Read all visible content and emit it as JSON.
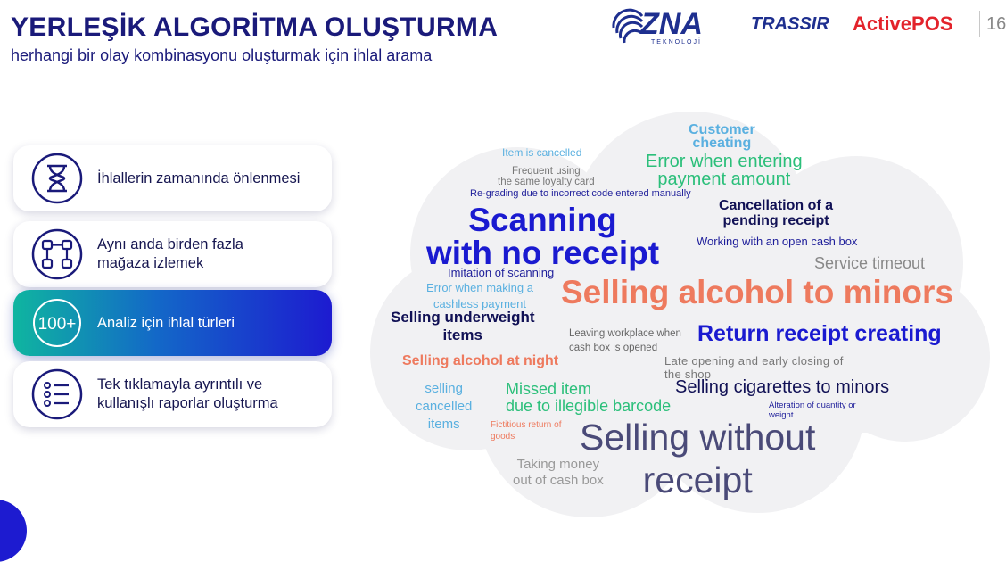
{
  "header": {
    "title": "YERLEŞİK ALGORİTMA OLUŞTURMA",
    "subtitle": "herhangi bir olay kombinasyonu oluşturmak için ihlal arama"
  },
  "logos": {
    "zna": "ZNA",
    "zna_sub": "TEKNOLOJİ",
    "trassir": "TRASSIR",
    "activepos": "ActivePOS"
  },
  "page_number": "16",
  "features": [
    {
      "label": "İhlallerin zamanında önlenmesi",
      "icon": "hourglass-icon"
    },
    {
      "label": "Aynı anda birden fazla mağaza izlemek",
      "icon": "network-icon"
    },
    {
      "label": "Analiz için ihlal türleri",
      "icon": "100-plus-icon",
      "badge": "100+",
      "active": true
    },
    {
      "label": "Tek tıklamayla ayrıntılı ve kullanışlı raporlar oluşturma",
      "icon": "checklist-icon"
    }
  ],
  "word_cloud": [
    {
      "text": "Customer\ncheating",
      "color": "#5ab0e0"
    },
    {
      "text": "Item is cancelled",
      "color": "#5ab0e0"
    },
    {
      "text": "Frequent using\nthe same loyalty card",
      "color": "#777777"
    },
    {
      "text": "Error when entering\npayment amount",
      "color": "#2bbf7a"
    },
    {
      "text": "Re-grading due to incorrect code entered manually",
      "color": "#1e1e9a"
    },
    {
      "text": "Cancellation of a\npending receipt",
      "color": "#111155"
    },
    {
      "text": "Scanning\nwith no receipt",
      "color": "#1a1ad0"
    },
    {
      "text": "Working with an open cash box",
      "color": "#1e1e9a"
    },
    {
      "text": "Service timeout",
      "color": "#888888"
    },
    {
      "text": "Imitation of scanning",
      "color": "#1e1e9a"
    },
    {
      "text": "Error when making a\ncashless payment",
      "color": "#5ab0e0"
    },
    {
      "text": "Selling alcohol to minors",
      "color": "#ee7a5e"
    },
    {
      "text": "Selling underweight\nitems",
      "color": "#111155"
    },
    {
      "text": "Leaving workplace when\ncash box is opened",
      "color": "#666666"
    },
    {
      "text": "Return receipt creating",
      "color": "#1a1ad0"
    },
    {
      "text": "Selling alcohol at night",
      "color": "#ee7a5e"
    },
    {
      "text": "Late opening and early closing of\nthe shop",
      "color": "#777777"
    },
    {
      "text": "selling\ncancelled\nitems",
      "color": "#5ab0e0"
    },
    {
      "text": "Missed item\ndue to illegible barcode",
      "color": "#2bbf7a"
    },
    {
      "text": "Selling cigarettes to minors",
      "color": "#111155"
    },
    {
      "text": "Alteration of quantity or\nweight",
      "color": "#1e1e9a"
    },
    {
      "text": "Fictitious return of\ngoods",
      "color": "#ee7a5e"
    },
    {
      "text": "Selling without\nreceipt",
      "color": "#4a4a78"
    },
    {
      "text": "Taking money\nout of cash box",
      "color": "#999999"
    }
  ],
  "colors": {
    "brand_blue": "#1a1a7a",
    "active_gradient_start": "#0fb5a0",
    "active_gradient_end": "#1d1bd0",
    "activepos_red": "#e3232b"
  }
}
